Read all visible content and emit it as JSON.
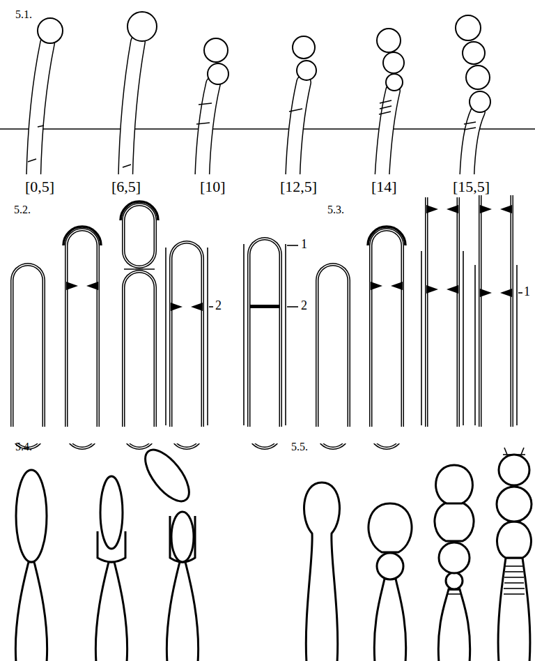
{
  "diagram": {
    "labels": [
      "5.1.",
      "[0,5]",
      "[6,5]",
      "[10]",
      "[12,5]",
      "[14]",
      "[15,5]",
      "5.2.",
      "1",
      "2",
      "2",
      "5.3.",
      "1",
      "5.4.",
      "5.5."
    ]
  }
}
